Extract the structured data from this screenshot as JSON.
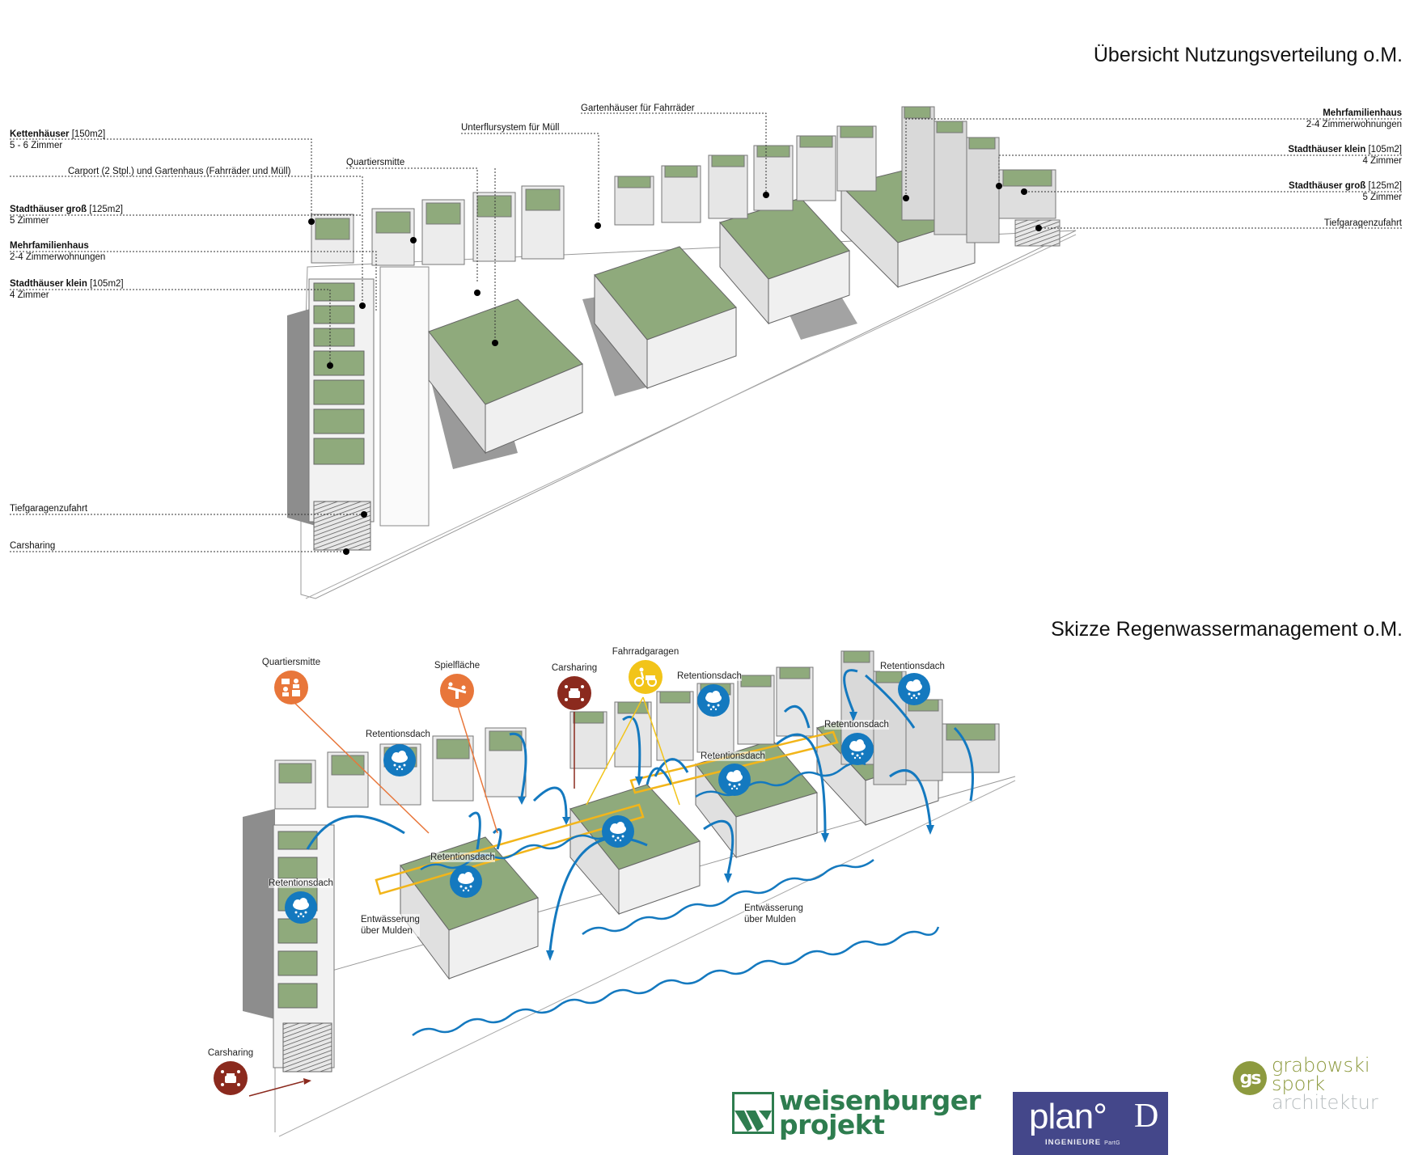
{
  "sections": {
    "top_title": "Übersicht Nutzungsverteilung o.M.",
    "bottom_title": "Skizze Regenwassermanagement o.M."
  },
  "top_labels_left": [
    {
      "bold": "Kettenhäuser",
      "extra": " [150m2]",
      "sub": "5 - 6 Zimmer"
    },
    {
      "bold": "",
      "extra": "Carport (2 Stpl.) und Gartenhaus (Fahrräder und Müll)",
      "sub": ""
    },
    {
      "bold": "Stadthäuser groß",
      "extra": " [125m2]",
      "sub": "5 Zimmer"
    },
    {
      "bold": "Mehrfamilienhaus",
      "extra": "",
      "sub": "2-4 Zimmerwohnungen"
    },
    {
      "bold": "Stadthäuser klein",
      "extra": " [105m2]",
      "sub": "4 Zimmer"
    },
    {
      "bold": "",
      "extra": "Tiefgaragenzufahrt",
      "sub": ""
    },
    {
      "bold": "",
      "extra": "Carsharing",
      "sub": ""
    }
  ],
  "top_labels_center": [
    {
      "text": "Quartiersmitte"
    },
    {
      "text": "Unterflursystem für Müll"
    },
    {
      "text": "Gartenhäuser für Fahrräder"
    }
  ],
  "top_labels_right": [
    {
      "bold": "Mehrfamilienhaus",
      "extra": "",
      "sub": "2-4 Zimmerwohnungen"
    },
    {
      "bold": "Stadthäuser klein",
      "extra": " [105m2]",
      "sub": "4 Zimmer"
    },
    {
      "bold": "Stadthäuser groß",
      "extra": " [125m2]",
      "sub": "5 Zimmer"
    },
    {
      "bold": "",
      "extra": "Tiefgaragenzufahrt",
      "sub": ""
    }
  ],
  "bottom_icons": [
    {
      "label": "Quartiersmitte",
      "icon": "community-people-icon",
      "color": "#e8763a"
    },
    {
      "label": "Spielfläche",
      "icon": "seesaw-playground-icon",
      "color": "#e8763a"
    },
    {
      "label": "Carsharing",
      "icon": "car-sharing-icon",
      "color": "#8b2a1e"
    },
    {
      "label": "Fahrradgaragen",
      "icon": "cargo-bike-icon",
      "color": "#f2c419"
    },
    {
      "label": "Carsharing",
      "icon": "car-sharing-icon",
      "color": "#8b2a1e"
    }
  ],
  "retention_labels": [
    "Retentionsdach",
    "Retentionsdach",
    "Retentionsdach",
    "Retentionsdach",
    "Retentionsdach",
    "Retentionsdach",
    "Retentionsdach"
  ],
  "drainage_labels": [
    {
      "line1": "Entwässerung",
      "line2": "über Mulden"
    },
    {
      "line1": "Entwässerung",
      "line2": "über Mulden"
    }
  ],
  "colors": {
    "roof_green": "#8faa7c",
    "water_blue": "#1479bf",
    "orange": "#e8763a",
    "darkred": "#8b2a1e",
    "yellow": "#f2c419",
    "building_grey": "#c9c9c9"
  },
  "logos": {
    "weisenburger": {
      "line1": "weisenburger",
      "line2": "projekt"
    },
    "planD": {
      "main": "plan°",
      "d": "D",
      "sub": "INGENIEURE",
      "sub_small": "PartG"
    },
    "gs": {
      "mark": "gs",
      "line1": "grabowski",
      "line2": "spork",
      "line3": "architektur"
    }
  }
}
